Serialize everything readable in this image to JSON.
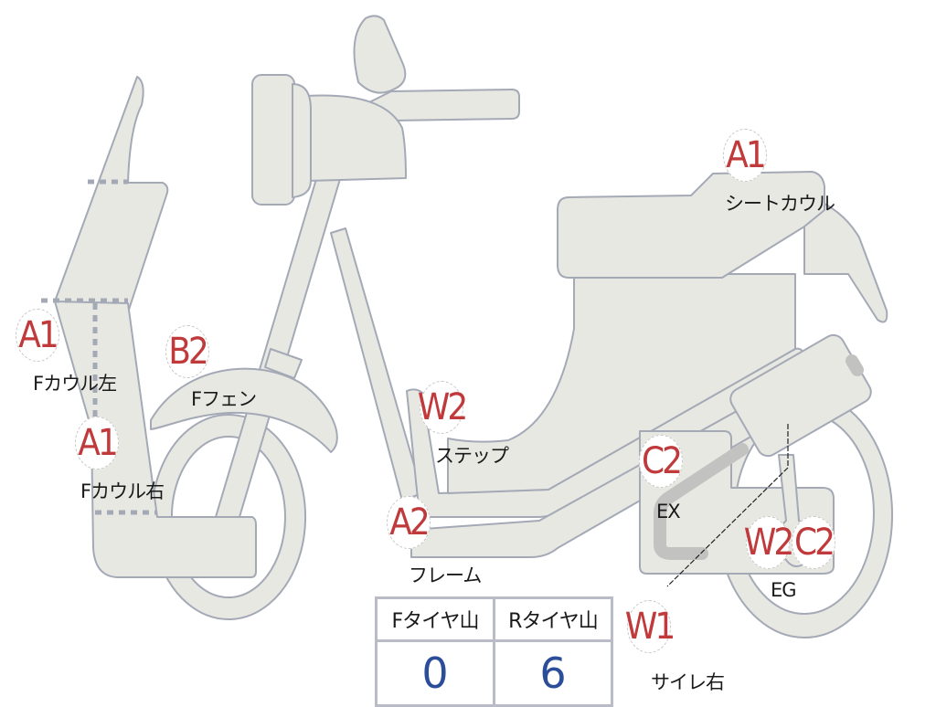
{
  "parts": [
    {
      "id": "f-cowl-left",
      "grade": "A1",
      "label": "Fカウル左"
    },
    {
      "id": "f-cowl-right",
      "grade": "A1",
      "label": "Fカウル右"
    },
    {
      "id": "f-fender",
      "grade": "B2",
      "label": "Fフェン"
    },
    {
      "id": "step",
      "grade": "W2",
      "label": "ステップ"
    },
    {
      "id": "frame",
      "grade": "A2",
      "label": "フレーム"
    },
    {
      "id": "seat-cowl",
      "grade": "A1",
      "label": "シートカウル"
    },
    {
      "id": "exhaust",
      "grade": "C2",
      "label": "EX"
    },
    {
      "id": "engine-w",
      "grade": "W2",
      "label": "EG"
    },
    {
      "id": "engine-c",
      "grade": "C2",
      "label": ""
    },
    {
      "id": "muffler-right",
      "grade": "W1",
      "label": "サイレ右"
    }
  ],
  "tire_table": {
    "headers": [
      "Fタイヤ山",
      "Rタイヤ山"
    ],
    "values": [
      "0",
      "6"
    ]
  },
  "colors": {
    "grade_text": "#c0393b",
    "tire_value": "#2c4e9a",
    "part_fill": "#e8e8e3",
    "part_stroke": "#a4a9b6"
  }
}
